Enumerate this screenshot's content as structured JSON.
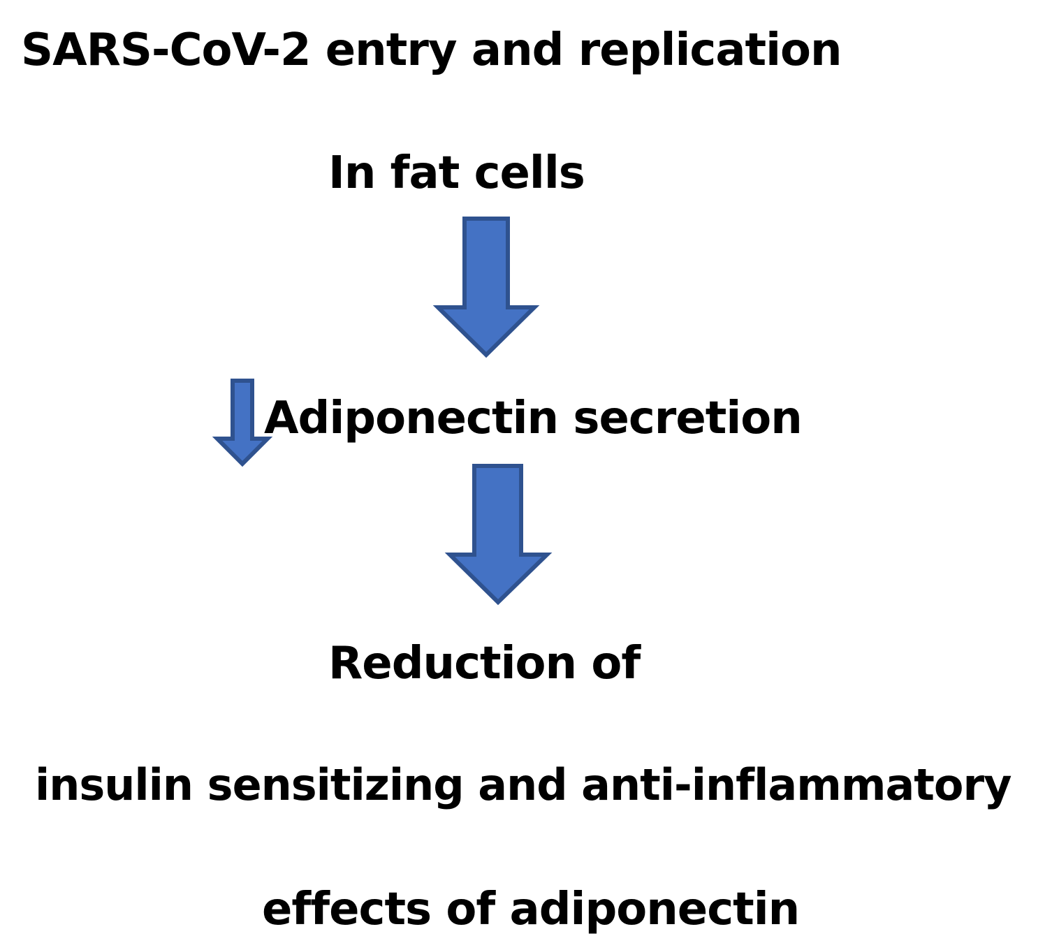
{
  "lines": {
    "step1": "SARS-CoV-2 entry and replication",
    "step2": "In fat cells",
    "step3": "Adiponectin secretion",
    "step4": "Reduction of",
    "step5": "insulin sensitizing and anti-inflammatory",
    "step6": "effects of adiponectin"
  },
  "colors": {
    "arrow_fill": "#4472C4",
    "arrow_stroke": "#2F528F",
    "text": "#000000"
  },
  "icons": {
    "flow_arrow": "down-arrow",
    "decrease_indicator": "down-arrow"
  }
}
